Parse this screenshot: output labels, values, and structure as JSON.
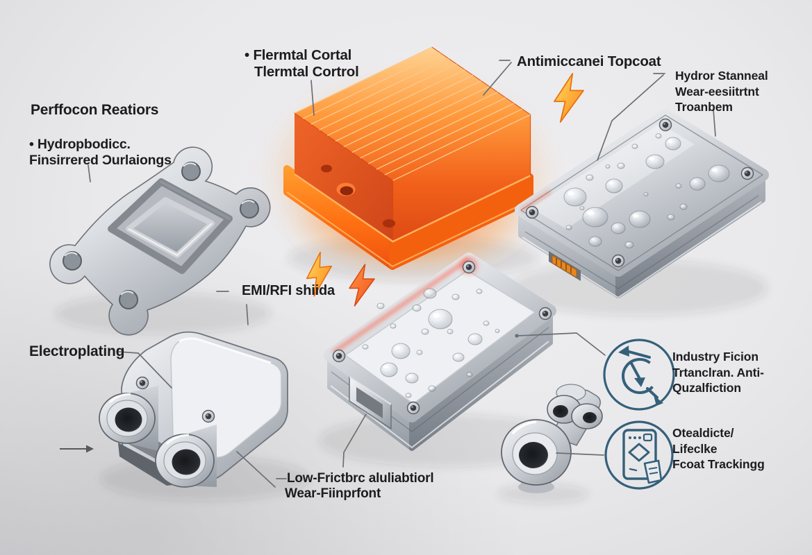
{
  "labels": {
    "performance_heading": "Perffocon Reatiors",
    "hydrophobic": {
      "line1": "• Hydropbodicc.",
      "line2": "Finsirrered Ɔurlaiongs"
    },
    "thermal": {
      "line1": "• Flermtal Cortal",
      "line2": "Tlermtal Cortrol"
    },
    "antimicrobial": {
      "text": "Antimiccanei Topcoat"
    },
    "hydro_treatment": {
      "line1": "Hydror Stanneal",
      "line2": "Wear-eesiitrtnt",
      "line3": "Troanbem"
    },
    "emi": {
      "text": "EMI/RFI shiida"
    },
    "electroplating": {
      "text": "Electroplating"
    },
    "industry": {
      "line1": "Industry Ficion",
      "line2": "Trtanclran. Anti-",
      "line3": "Quzalfiction"
    },
    "lifecycle": {
      "line1": "Otealdicte/",
      "line2": "Lifeclke",
      "line3": "Fcoat Trackingg"
    },
    "low_friction": {
      "line1": "Low-Frictbrc aluliabtiorl",
      "line2": "Wear-Fiinprfont"
    }
  },
  "icons": {
    "lightning_bolt": "lightning-bolt-icon",
    "cycle_arrows": "cycle-arrows-icon",
    "document_tracking": "document-tracking-icon"
  },
  "colors": {
    "background": "#e9e9eb",
    "text": "#1c1c1e",
    "heatsink_orange": "#ff6a1e",
    "bolt_yellow": "#ffd24a",
    "bolt_orange": "#ff7a1c",
    "silver_light": "#f3f4f6",
    "silver_dark": "#82878e",
    "icon_stroke": "#35607a",
    "leader_line": "#6b6f74",
    "port_orange": "#e8861f"
  }
}
